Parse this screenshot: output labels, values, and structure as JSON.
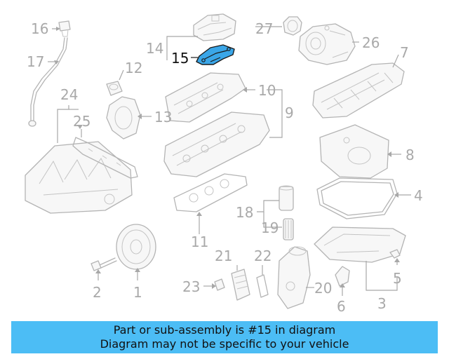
{
  "callouts": {
    "c1": "1",
    "c2": "2",
    "c3": "3",
    "c4": "4",
    "c5": "5",
    "c6": "6",
    "c7": "7",
    "c8": "8",
    "c9": "9",
    "c10": "10",
    "c11": "11",
    "c12": "12",
    "c13": "13",
    "c14": "14",
    "c15": "15",
    "c16": "16",
    "c17": "17",
    "c18": "18",
    "c19": "19",
    "c20": "20",
    "c21": "21",
    "c22": "22",
    "c23": "23",
    "c24": "24",
    "c25": "25",
    "c26": "26",
    "c27": "27"
  },
  "highlight": {
    "part": "15",
    "color": "#3aa6e8"
  },
  "banner": {
    "line1": "Part or sub-assembly is #15 in diagram",
    "line2": "Diagram may not be specific to your vehicle",
    "background": "#4cbdf5"
  }
}
